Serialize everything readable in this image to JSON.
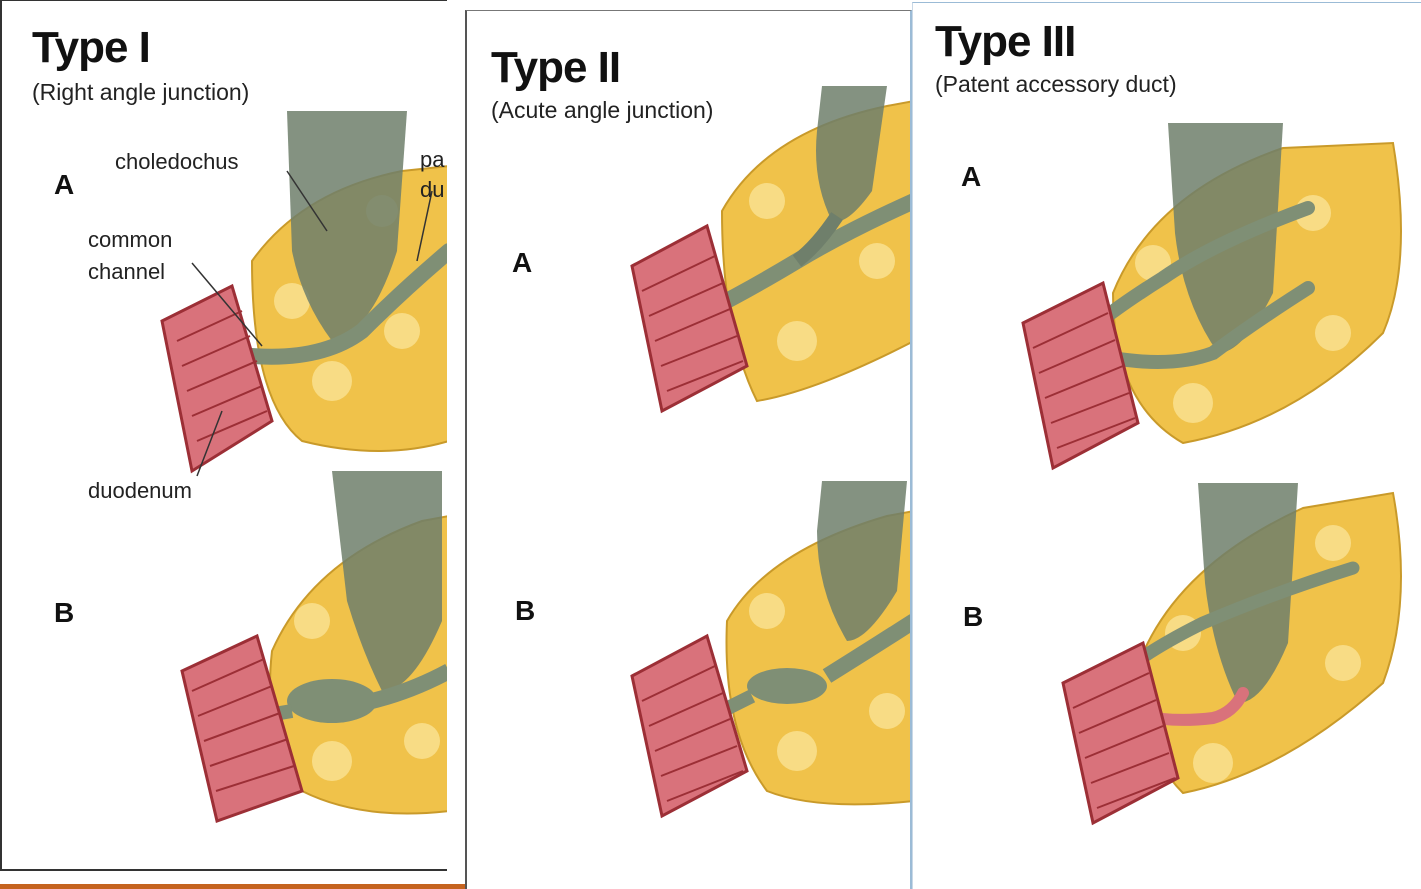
{
  "panels": [
    {
      "title": "Type I",
      "subtitle": "(Right angle junction)",
      "part_a": "A",
      "part_b": "B"
    },
    {
      "title": "Type II",
      "subtitle": "(Acute angle junction)",
      "part_a": "A",
      "part_b": "B"
    },
    {
      "title": "Type III",
      "subtitle": "(Patent accessory duct)",
      "part_a": "A",
      "part_b": "B"
    }
  ],
  "labels": {
    "choledochus": "choledochus",
    "common_channel_1": "common",
    "common_channel_2": "channel",
    "duodenum": "duodenum",
    "pancreatic_duct_1": "pa",
    "pancreatic_duct_2": "du"
  },
  "colors": {
    "pancreas": "#f0c24a",
    "pancreas_light": "#f8dc85",
    "duodenum": "#d9727b",
    "duodenum_dark": "#9c2f36",
    "duct": "#7f8f75",
    "bile_duct": "#6f7f6b",
    "bottom_rule": "#c5631f"
  }
}
